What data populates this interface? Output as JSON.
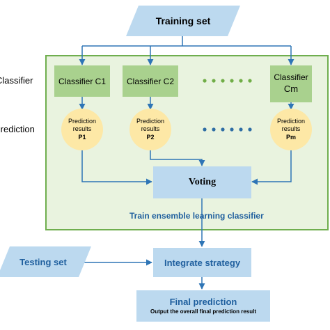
{
  "training_set": "Training set",
  "testing_set": "Testing set",
  "row_labels": {
    "classifier": "Classifier",
    "prediction": "Prediction"
  },
  "classifiers": [
    {
      "label": "Classifier C1"
    },
    {
      "label": "Classifier C2"
    },
    {
      "label_line1": "Classifier",
      "label_line2": "Cm"
    }
  ],
  "predictions": [
    {
      "line1": "Prediction",
      "line2": "results",
      "id": "P1"
    },
    {
      "line1": "Prediction",
      "line2": "results",
      "id": "P2"
    },
    {
      "line1": "Prediction",
      "line2": "results",
      "id": "Pm"
    }
  ],
  "voting": "Voting",
  "ensemble_caption": "Train ensemble learning classifier",
  "integrate_strategy": "Integrate strategy",
  "final_prediction": {
    "title": "Final prediction",
    "subtitle": "Output the overall final prediction result"
  },
  "colors": {
    "light_blue": "#bcd9ef",
    "green_panel": "#e9f3df",
    "green_border": "#6fae4e",
    "classifier_fill": "#a9d18e",
    "circle_fill": "#fde8a6",
    "arrow": "#2e75b6",
    "blue_text": "#1f5f9e",
    "dots_green": "#70ad47",
    "dots_blue": "#2e6da4"
  }
}
